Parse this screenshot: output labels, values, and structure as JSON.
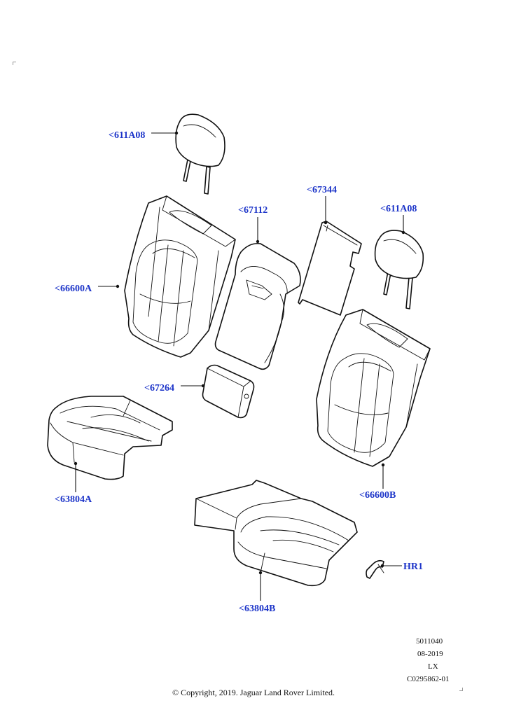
{
  "callouts": {
    "c_611a08_left": "<611A08",
    "c_66600a": "<66600A",
    "c_67112": "<67112",
    "c_67344": "<67344",
    "c_611a08_right": "<611A08",
    "c_67264": "<67264",
    "c_63804a": "<63804A",
    "c_66600b": "<66600B",
    "c_63804b": "<63804B",
    "c_hr1": "HR1"
  },
  "metadata": {
    "line1": "5011040",
    "line2": "08-2019",
    "line3": "LX",
    "line4": "C0295862-01"
  },
  "copyright": "© Copyright, 2019. Jaguar Land Rover Limited.",
  "colors": {
    "callout": "#1d35c9",
    "line": "#111111",
    "background": "#ffffff"
  }
}
